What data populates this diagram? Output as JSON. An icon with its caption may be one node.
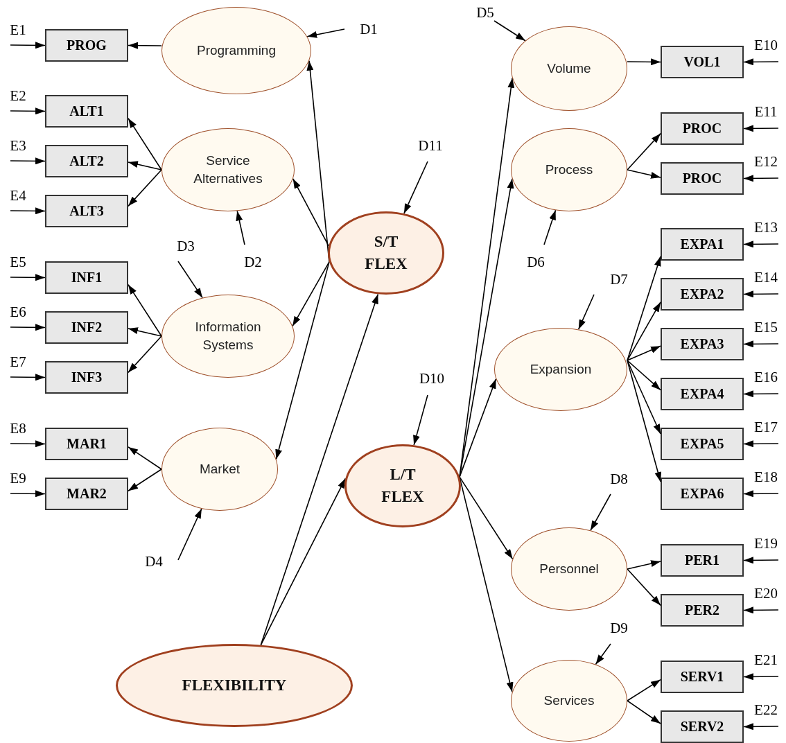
{
  "diagram": {
    "nodes": [
      {
        "text": [
          "Programming"
        ]
      },
      {
        "text": [
          "Service Alternatives"
        ]
      },
      {
        "text": [
          "Information Systems"
        ]
      },
      {
        "text": [
          "Market"
        ]
      },
      {
        "text": [
          "S/T FLEX"
        ]
      },
      {
        "text": [
          "L/T FLEX"
        ]
      },
      {
        "text": [
          "FLEXIBILITY"
        ]
      },
      {
        "text": [
          "Volume"
        ]
      },
      {
        "text": [
          "Process"
        ]
      },
      {
        "text": [
          "Expansion"
        ]
      },
      {
        "text": [
          "Personnel"
        ]
      },
      {
        "text": [
          "Services"
        ]
      },
      {
        "text": [
          "PROG"
        ]
      },
      {
        "text": [
          "ALT1"
        ]
      },
      {
        "text": [
          "ALT2"
        ]
      },
      {
        "text": [
          "ALT3"
        ]
      },
      {
        "text": [
          "INF1"
        ]
      },
      {
        "text": [
          "INF2"
        ]
      },
      {
        "text": [
          "INF3"
        ]
      },
      {
        "text": [
          "MAR1"
        ]
      },
      {
        "text": [
          "MAR2"
        ]
      },
      {
        "text": [
          "VOL1"
        ]
      },
      {
        "text": [
          "PROC"
        ]
      },
      {
        "text": [
          "PROC"
        ]
      },
      {
        "text": [
          "EXPA1"
        ]
      },
      {
        "text": [
          "EXPA2"
        ]
      },
      {
        "text": [
          "EXPA3"
        ]
      },
      {
        "text": [
          "EXPA4"
        ]
      },
      {
        "text": [
          "EXPA5"
        ]
      },
      {
        "text": [
          "EXPA6"
        ]
      },
      {
        "text": [
          "PER1"
        ]
      },
      {
        "text": [
          "PER2"
        ]
      },
      {
        "text": [
          "SERV1"
        ]
      },
      {
        "text": [
          "SERV2"
        ]
      },
      {
        "text": [
          "E1"
        ]
      },
      {
        "text": [
          "E2"
        ]
      },
      {
        "text": [
          "E3"
        ]
      },
      {
        "text": [
          "E4"
        ]
      },
      {
        "text": [
          "E5"
        ]
      },
      {
        "text": [
          "E6"
        ]
      },
      {
        "text": [
          "E7"
        ]
      },
      {
        "text": [
          "E8"
        ]
      },
      {
        "text": [
          "E9"
        ]
      },
      {
        "text": [
          "E10"
        ]
      },
      {
        "text": [
          "E11"
        ]
      },
      {
        "text": [
          "E12"
        ]
      },
      {
        "text": [
          "E13"
        ]
      },
      {
        "text": [
          "E14"
        ]
      },
      {
        "text": [
          "E15"
        ]
      },
      {
        "text": [
          "E16"
        ]
      },
      {
        "text": [
          "E17"
        ]
      },
      {
        "text": [
          "E18"
        ]
      },
      {
        "text": [
          "E19"
        ]
      },
      {
        "text": [
          "E20"
        ]
      },
      {
        "text": [
          "E21"
        ]
      },
      {
        "text": [
          "E22"
        ]
      },
      {
        "text": [
          "D1"
        ]
      },
      {
        "text": [
          "D2"
        ]
      },
      {
        "text": [
          "D3"
        ]
      },
      {
        "text": [
          "D4"
        ]
      },
      {
        "text": [
          "D5"
        ]
      },
      {
        "text": [
          "D6"
        ]
      },
      {
        "text": [
          "D7"
        ]
      },
      {
        "text": [
          "D8"
        ]
      },
      {
        "text": [
          "D9"
        ]
      },
      {
        "text": [
          "D10"
        ]
      },
      {
        "text": [
          "D11"
        ]
      }
    ],
    "edges": [
      {
        "from": 4,
        "to": 0,
        "arrow": "to"
      },
      {
        "from": 4,
        "to": 1,
        "arrow": "to"
      },
      {
        "from": 4,
        "to": 2,
        "arrow": "to"
      },
      {
        "from": 4,
        "to": 3,
        "arrow": "to"
      },
      {
        "from": 6,
        "to": 4,
        "arrow": "to"
      },
      {
        "from": 6,
        "to": 5,
        "arrow": "to"
      },
      {
        "from": 5,
        "to": 7,
        "arrow": "to"
      },
      {
        "from": 5,
        "to": 8,
        "arrow": "to"
      },
      {
        "from": 5,
        "to": 9,
        "arrow": "to"
      },
      {
        "from": 5,
        "to": 10,
        "arrow": "to"
      },
      {
        "from": 5,
        "to": 11,
        "arrow": "to"
      },
      {
        "from": 0,
        "to": 12,
        "arrow": "to"
      },
      {
        "from": 1,
        "to": 13,
        "arrow": "to"
      },
      {
        "from": 1,
        "to": 14,
        "arrow": "to"
      },
      {
        "from": 1,
        "to": 15,
        "arrow": "to"
      },
      {
        "from": 2,
        "to": 16,
        "arrow": "to"
      },
      {
        "from": 2,
        "to": 17,
        "arrow": "to"
      },
      {
        "from": 2,
        "to": 18,
        "arrow": "to"
      },
      {
        "from": 3,
        "to": 19,
        "arrow": "to"
      },
      {
        "from": 3,
        "to": 20,
        "arrow": "to"
      },
      {
        "from": 7,
        "to": 21,
        "arrow": "to"
      },
      {
        "from": 8,
        "to": 22,
        "arrow": "to"
      },
      {
        "from": 8,
        "to": 23,
        "arrow": "to"
      },
      {
        "from": 9,
        "to": 24,
        "arrow": "to"
      },
      {
        "from": 9,
        "to": 25,
        "arrow": "to"
      },
      {
        "from": 9,
        "to": 26,
        "arrow": "to"
      },
      {
        "from": 9,
        "to": 27,
        "arrow": "to"
      },
      {
        "from": 9,
        "to": 28,
        "arrow": "to"
      },
      {
        "from": 9,
        "to": 29,
        "arrow": "to"
      },
      {
        "from": 10,
        "to": 30,
        "arrow": "to"
      },
      {
        "from": 10,
        "to": 31,
        "arrow": "to"
      },
      {
        "from": 11,
        "to": 32,
        "arrow": "to"
      },
      {
        "from": 11,
        "to": 33,
        "arrow": "to"
      },
      {
        "from": 34,
        "to": 12,
        "arrow": "to"
      },
      {
        "from": 35,
        "to": 13,
        "arrow": "to"
      },
      {
        "from": 36,
        "to": 14,
        "arrow": "to"
      },
      {
        "from": 37,
        "to": 15,
        "arrow": "to"
      },
      {
        "from": 38,
        "to": 16,
        "arrow": "to"
      },
      {
        "from": 39,
        "to": 17,
        "arrow": "to"
      },
      {
        "from": 40,
        "to": 18,
        "arrow": "to"
      },
      {
        "from": 41,
        "to": 19,
        "arrow": "to"
      },
      {
        "from": 42,
        "to": 20,
        "arrow": "to"
      },
      {
        "from": 43,
        "to": 21,
        "arrow": "to"
      },
      {
        "from": 44,
        "to": 22,
        "arrow": "to"
      },
      {
        "from": 45,
        "to": 23,
        "arrow": "to"
      },
      {
        "from": 46,
        "to": 24,
        "arrow": "to"
      },
      {
        "from": 47,
        "to": 25,
        "arrow": "to"
      },
      {
        "from": 48,
        "to": 26,
        "arrow": "to"
      },
      {
        "from": 49,
        "to": 27,
        "arrow": "to"
      },
      {
        "from": 50,
        "to": 28,
        "arrow": "to"
      },
      {
        "from": 51,
        "to": 29,
        "arrow": "to"
      },
      {
        "from": 52,
        "to": 30,
        "arrow": "to"
      },
      {
        "from": 53,
        "to": 31,
        "arrow": "to"
      },
      {
        "from": 54,
        "to": 32,
        "arrow": "to"
      },
      {
        "from": 55,
        "to": 33,
        "arrow": "to"
      },
      {
        "from": 56,
        "to": 0,
        "arrow": "to"
      },
      {
        "from": 57,
        "to": 1,
        "arrow": "to"
      },
      {
        "from": 58,
        "to": 2,
        "arrow": "to"
      },
      {
        "from": 59,
        "to": 3,
        "arrow": "to"
      },
      {
        "from": 60,
        "to": 7,
        "arrow": "to"
      },
      {
        "from": 61,
        "to": 8,
        "arrow": "to"
      },
      {
        "from": 62,
        "to": 9,
        "arrow": "to"
      },
      {
        "from": 63,
        "to": 10,
        "arrow": "to"
      },
      {
        "from": 64,
        "to": 11,
        "arrow": "to"
      },
      {
        "from": 65,
        "to": 5,
        "arrow": "to"
      },
      {
        "from": 66,
        "to": 4,
        "arrow": "to"
      }
    ]
  }
}
